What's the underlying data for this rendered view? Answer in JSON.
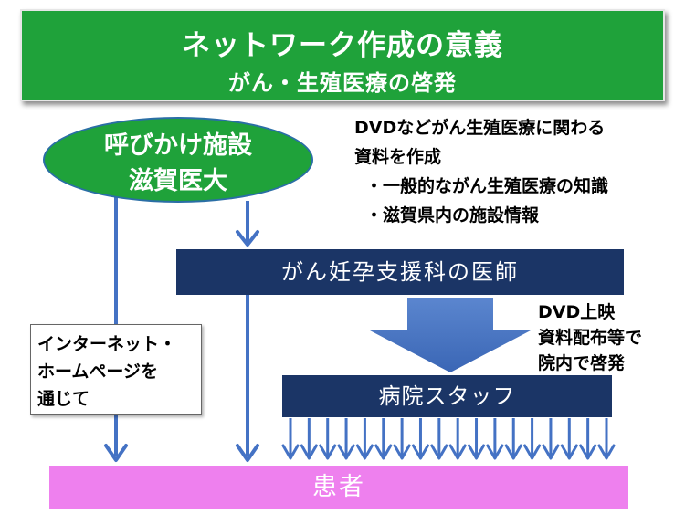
{
  "title": {
    "main": "ネットワーク作成の意義",
    "sub": "がん・生殖医療の啓発"
  },
  "origin": {
    "line1": "呼びかけ施設",
    "line2": "滋賀医大"
  },
  "note": {
    "line1": "DVDなどがん生殖医療に関わる",
    "line2": "資料を作成",
    "bullet1": "・一般的ながん生殖医療の知識",
    "bullet2": "・滋賀県内の施設情報"
  },
  "doctor_label": "がん妊孕支援科の医師",
  "dvd_note": {
    "line1": "DVD上映",
    "line2": "資料配布等で",
    "line3": "院内で啓発"
  },
  "internet_note": {
    "line1": "インターネット・",
    "line2": "ホームページを",
    "line3": "通じて"
  },
  "staff_label": "病院スタッフ",
  "patient_label": "患者",
  "colors": {
    "green": "#1fa23a",
    "navy": "#1b3566",
    "arrow_blue": "#4472c4",
    "pink": "#ee80ee"
  }
}
